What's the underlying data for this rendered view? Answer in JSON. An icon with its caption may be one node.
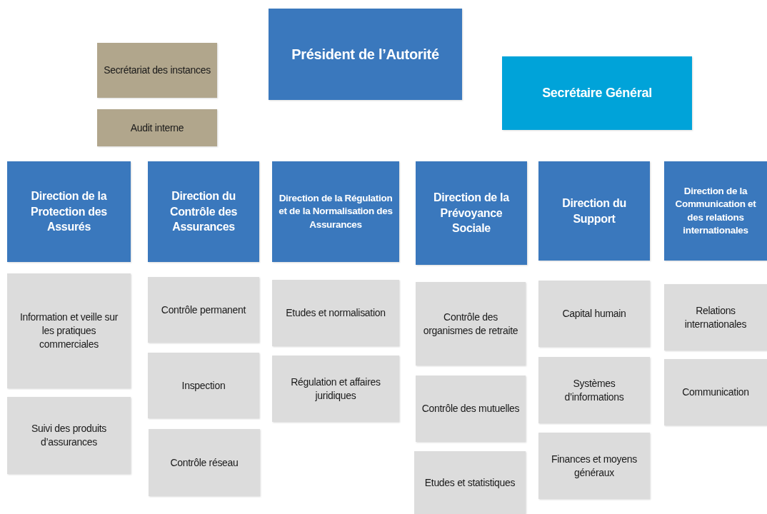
{
  "diagram": {
    "nodes": [
      {
        "text": [
          "Président de l’Autorité"
        ]
      },
      {
        "text": [
          "Secrétariat des instances"
        ]
      },
      {
        "text": [
          "Audit interne"
        ]
      },
      {
        "text": [
          "Secrétaire Général"
        ]
      },
      {
        "text": [
          "Direction de la Protection des Assurés"
        ]
      },
      {
        "text": [
          "Direction du Contrôle des Assurances"
        ]
      },
      {
        "text": [
          "Direction de la Régulation et de la Normalisation des Assurances"
        ]
      },
      {
        "text": [
          "Direction de la Prévoyance Sociale"
        ]
      },
      {
        "text": [
          "Direction du Support"
        ]
      },
      {
        "text": [
          "Direction de la Communication et des relations internationales"
        ]
      },
      {
        "text": [
          "Information et veille sur les pratiques commerciales"
        ]
      },
      {
        "text": [
          "Suivi des produits d’assurances"
        ]
      },
      {
        "text": [
          "Contrôle permanent"
        ]
      },
      {
        "text": [
          "Inspection"
        ]
      },
      {
        "text": [
          "Contrôle réseau"
        ]
      },
      {
        "text": [
          "Etudes et normalisation"
        ]
      },
      {
        "text": [
          "Régulation et affaires juridiques"
        ]
      },
      {
        "text": [
          "Contrôle des organismes de retraite"
        ]
      },
      {
        "text": [
          "Contrôle des mutuelles"
        ]
      },
      {
        "text": [
          "Etudes et statistiques"
        ]
      },
      {
        "text": [
          "Capital humain"
        ]
      },
      {
        "text": [
          "Systèmes d’informations"
        ]
      },
      {
        "text": [
          "Finances et moyens généraux"
        ]
      },
      {
        "text": [
          "Relations internationales"
        ]
      },
      {
        "text": [
          "Communication"
        ]
      }
    ]
  }
}
